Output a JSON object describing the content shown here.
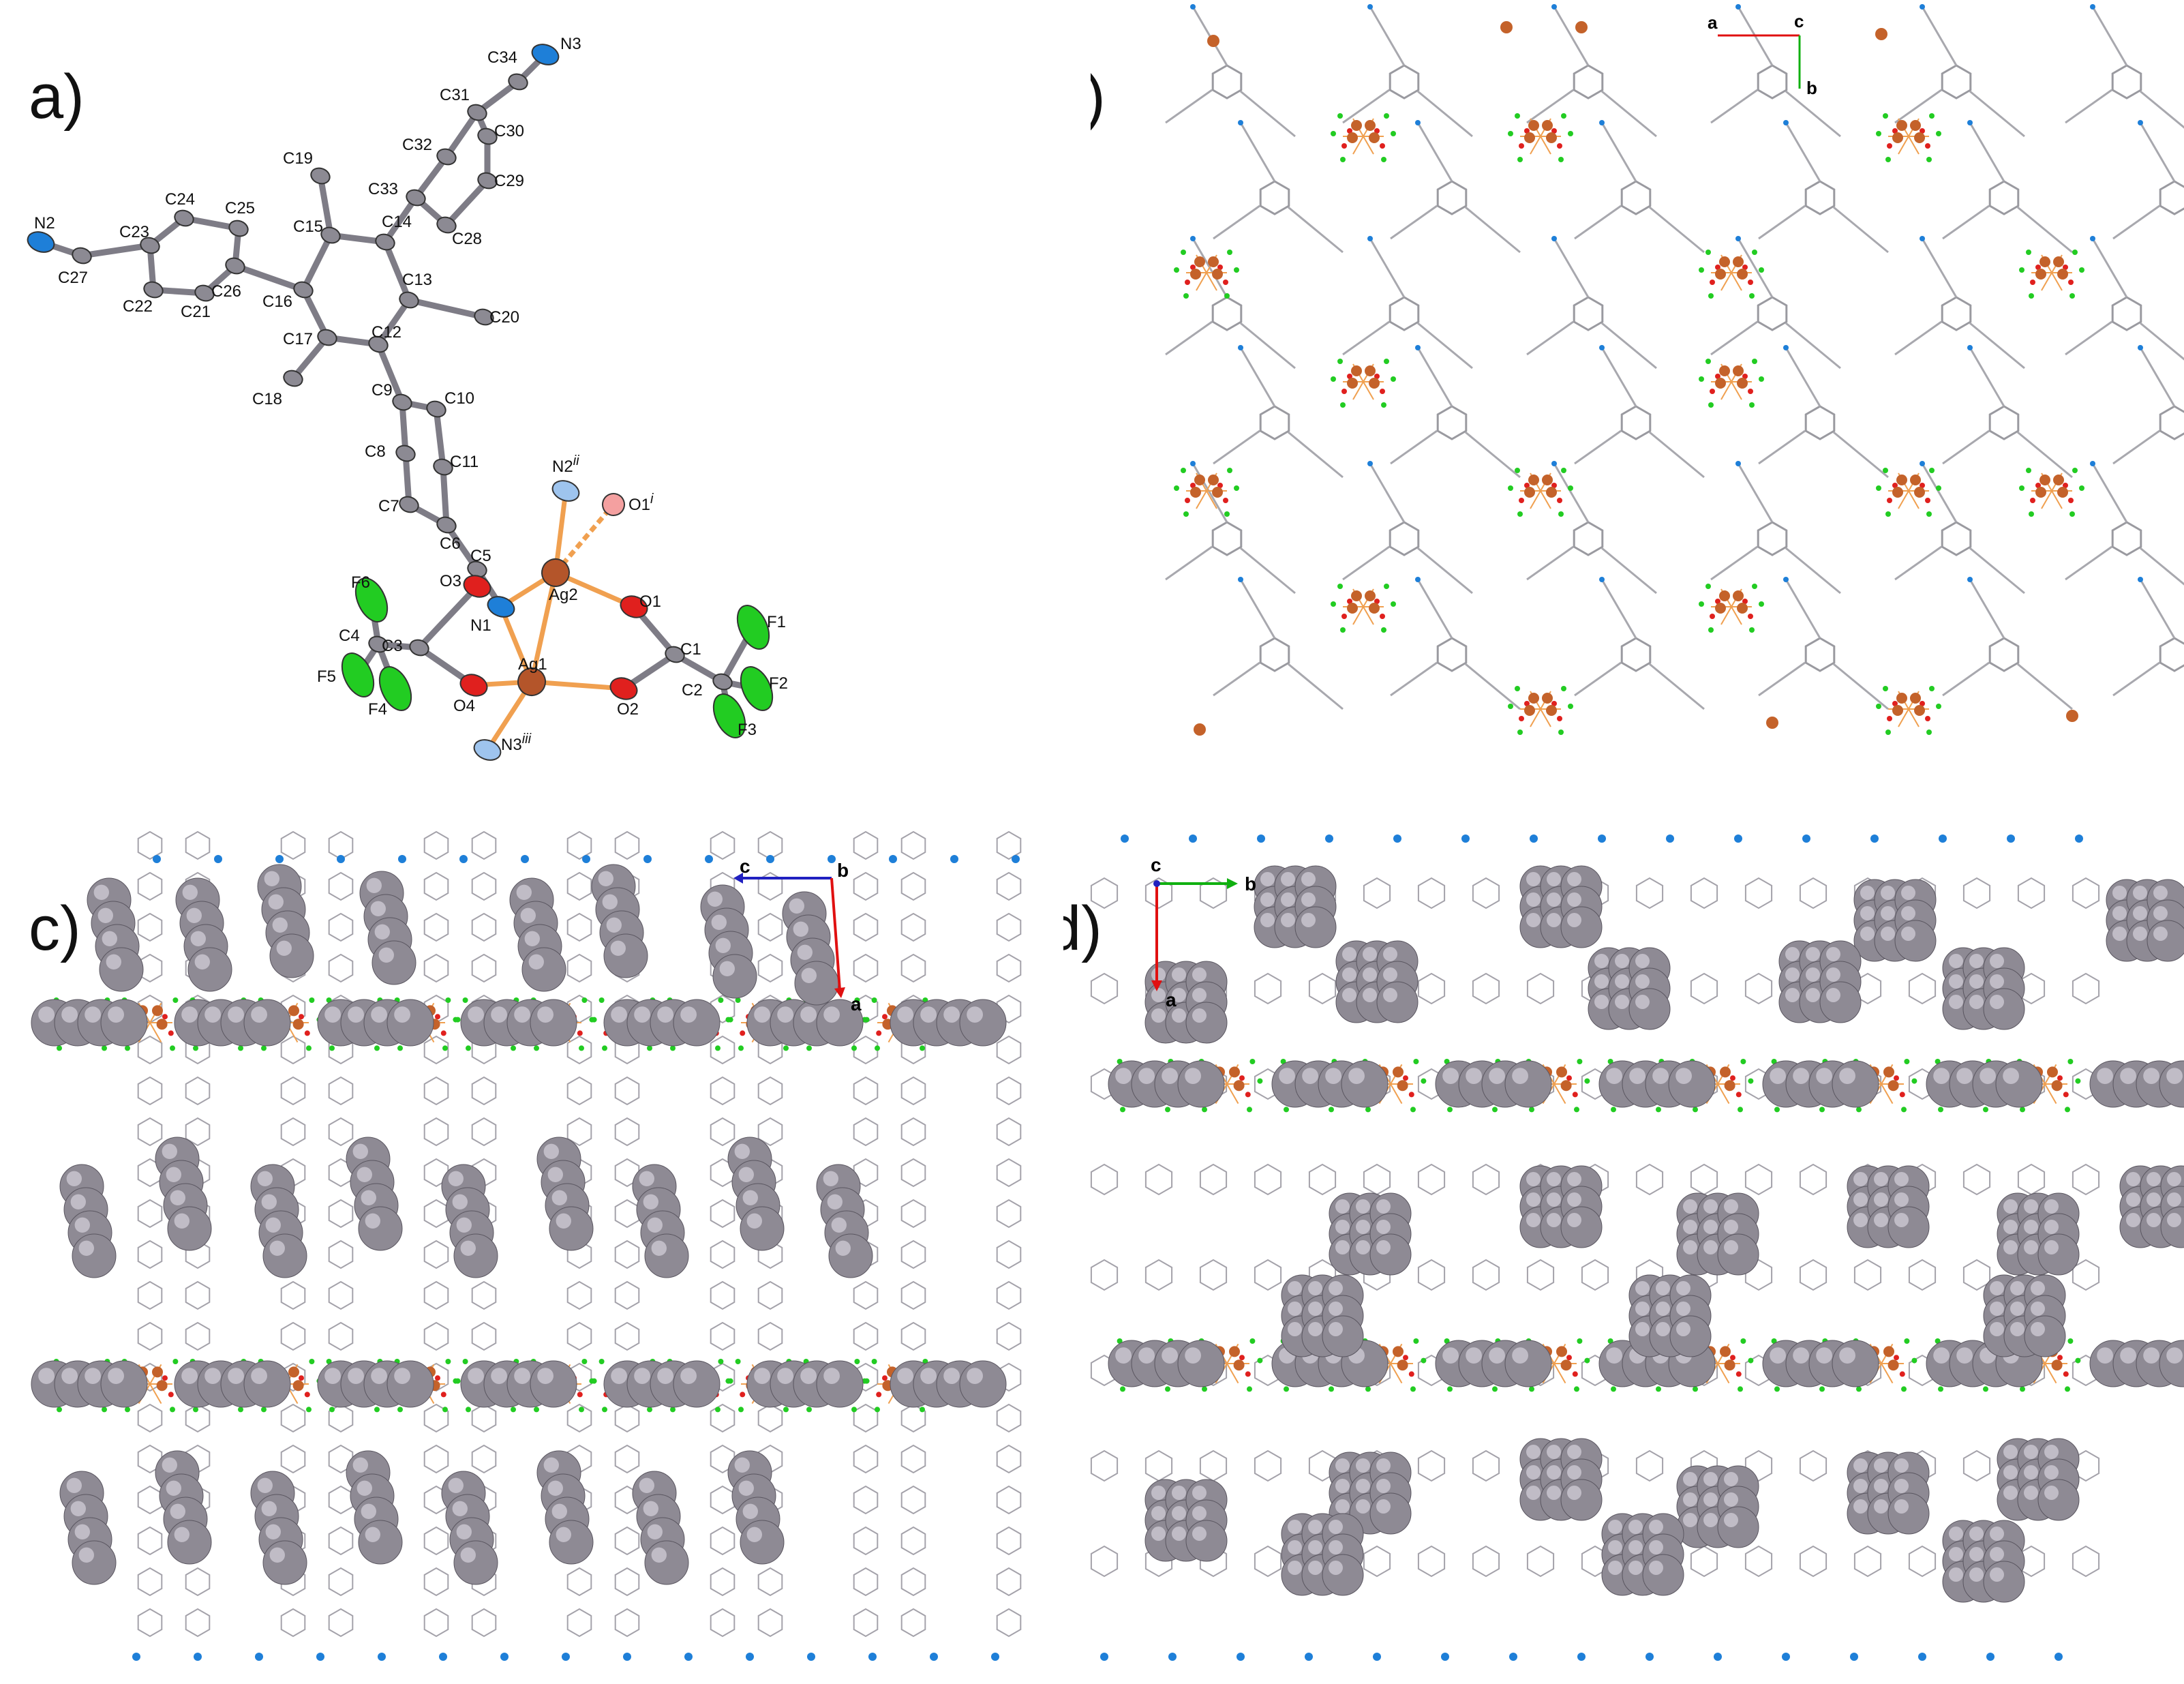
{
  "panels": [
    {
      "letter": "a)",
      "atoms": [
        {
          "id": "N3",
          "label": "N3",
          "kind": "N"
        },
        {
          "id": "C34",
          "label": "C34",
          "kind": "C"
        },
        {
          "id": "C31",
          "label": "C31",
          "kind": "C"
        },
        {
          "id": "C30",
          "label": "C30",
          "kind": "C"
        },
        {
          "id": "C32",
          "label": "C32",
          "kind": "C"
        },
        {
          "id": "C29",
          "label": "C29",
          "kind": "C"
        },
        {
          "id": "C33",
          "label": "C33",
          "kind": "C"
        },
        {
          "id": "C28",
          "label": "C28",
          "kind": "C"
        },
        {
          "id": "C19",
          "label": "C19",
          "kind": "C"
        },
        {
          "id": "C15",
          "label": "C15",
          "kind": "C"
        },
        {
          "id": "C14",
          "label": "C14",
          "kind": "C"
        },
        {
          "id": "C13",
          "label": "C13",
          "kind": "C"
        },
        {
          "id": "C20",
          "label": "C20",
          "kind": "C"
        },
        {
          "id": "C16",
          "label": "C16",
          "kind": "C"
        },
        {
          "id": "C17",
          "label": "C17",
          "kind": "C"
        },
        {
          "id": "C12",
          "label": "C12",
          "kind": "C"
        },
        {
          "id": "C18",
          "label": "C18",
          "kind": "C"
        },
        {
          "id": "N2",
          "label": "N2",
          "kind": "N"
        },
        {
          "id": "C27",
          "label": "C27",
          "kind": "C"
        },
        {
          "id": "C23",
          "label": "C23",
          "kind": "C"
        },
        {
          "id": "C24",
          "label": "C24",
          "kind": "C"
        },
        {
          "id": "C25",
          "label": "C25",
          "kind": "C"
        },
        {
          "id": "C22",
          "label": "C22",
          "kind": "C"
        },
        {
          "id": "C21",
          "label": "C21",
          "kind": "C"
        },
        {
          "id": "C26",
          "label": "C26",
          "kind": "C"
        },
        {
          "id": "C9",
          "label": "C9",
          "kind": "C"
        },
        {
          "id": "C10",
          "label": "C10",
          "kind": "C"
        },
        {
          "id": "C8",
          "label": "C8",
          "kind": "C"
        },
        {
          "id": "C11",
          "label": "C11",
          "kind": "C"
        },
        {
          "id": "C7",
          "label": "C7",
          "kind": "C"
        },
        {
          "id": "C6",
          "label": "C6",
          "kind": "C"
        },
        {
          "id": "C5",
          "label": "C5",
          "kind": "C"
        },
        {
          "id": "N1",
          "label": "N1",
          "kind": "N"
        },
        {
          "id": "Ag2",
          "label": "Ag2",
          "kind": "Ag"
        },
        {
          "id": "Ag1",
          "label": "Ag1",
          "kind": "Ag"
        },
        {
          "id": "N2ii",
          "label": "N2",
          "sup": "ii",
          "kind": "Nsym"
        },
        {
          "id": "O1i",
          "label": "O1",
          "sup": "i",
          "kind": "Osym"
        },
        {
          "id": "O1",
          "label": "O1",
          "kind": "O"
        },
        {
          "id": "C1",
          "label": "C1",
          "kind": "C"
        },
        {
          "id": "F1",
          "label": "F1",
          "kind": "F"
        },
        {
          "id": "C2",
          "label": "C2",
          "kind": "C"
        },
        {
          "id": "F2",
          "label": "F2",
          "kind": "F"
        },
        {
          "id": "F3",
          "label": "F3",
          "kind": "F"
        },
        {
          "id": "O2",
          "label": "O2",
          "kind": "O"
        },
        {
          "id": "O3",
          "label": "O3",
          "kind": "O"
        },
        {
          "id": "C3",
          "label": "C3",
          "kind": "C"
        },
        {
          "id": "C4",
          "label": "C4",
          "kind": "C"
        },
        {
          "id": "F6",
          "label": "F6",
          "kind": "F"
        },
        {
          "id": "F5",
          "label": "F5",
          "kind": "F"
        },
        {
          "id": "F4",
          "label": "F4",
          "kind": "F"
        },
        {
          "id": "O4",
          "label": "O4",
          "kind": "O"
        },
        {
          "id": "N3iii",
          "label": "N3",
          "sup": "iii",
          "kind": "Nsym"
        }
      ]
    },
    {
      "letter": "b)",
      "axes": {
        "x": "a",
        "y": "b",
        "view": "c"
      }
    },
    {
      "letter": "c)",
      "axes": {
        "x": "c",
        "y": "a",
        "view": "b"
      }
    },
    {
      "letter": "d)",
      "axes": {
        "x": "b",
        "y": "a",
        "view": "c"
      }
    }
  ],
  "colors": {
    "carbon": "#8c8a93",
    "nitrogen": "#1e7fd8",
    "oxygen": "#e0201e",
    "fluorine": "#22cc22",
    "silver": "#c4622a",
    "bond": "#9a9aa0",
    "ag_bond": "#f0a050",
    "axis_red": "#e01010",
    "axis_green": "#10b010",
    "axis_blue": "#2020c0"
  }
}
